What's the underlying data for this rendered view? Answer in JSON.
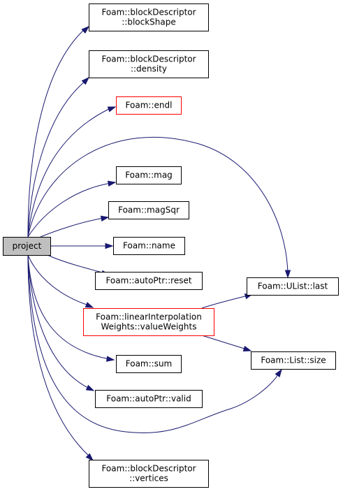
{
  "colors": {
    "edge": "#191970",
    "border_default": "#000000",
    "border_undocumented": "#ff0000",
    "fill_default": "#ffffff",
    "fill_root": "#bfbfbf"
  },
  "nodes": [
    {
      "id": "project",
      "lines": [
        "project"
      ],
      "style": "root"
    },
    {
      "id": "blockShape",
      "lines": [
        "Foam::blockDescriptor",
        "::blockShape"
      ],
      "style": "default"
    },
    {
      "id": "density",
      "lines": [
        "Foam::blockDescriptor",
        "::density"
      ],
      "style": "default"
    },
    {
      "id": "endl",
      "lines": [
        "Foam::endl"
      ],
      "style": "undocumented"
    },
    {
      "id": "mag",
      "lines": [
        "Foam::mag"
      ],
      "style": "default"
    },
    {
      "id": "magSqr",
      "lines": [
        "Foam::magSqr"
      ],
      "style": "default"
    },
    {
      "id": "name",
      "lines": [
        "Foam::name"
      ],
      "style": "default"
    },
    {
      "id": "reset",
      "lines": [
        "Foam::autoPtr::reset"
      ],
      "style": "default"
    },
    {
      "id": "valueWeights",
      "lines": [
        "Foam::linearInterpolation",
        "Weights::valueWeights"
      ],
      "style": "undocumented"
    },
    {
      "id": "sum",
      "lines": [
        "Foam::sum"
      ],
      "style": "default"
    },
    {
      "id": "valid",
      "lines": [
        "Foam::autoPtr::valid"
      ],
      "style": "default"
    },
    {
      "id": "vertices",
      "lines": [
        "Foam::blockDescriptor",
        "::vertices"
      ],
      "style": "default"
    },
    {
      "id": "last",
      "lines": [
        "Foam::UList::last"
      ],
      "style": "default"
    },
    {
      "id": "size",
      "lines": [
        "Foam::List::size"
      ],
      "style": "default"
    }
  ],
  "edges": [
    {
      "from": "project",
      "to": "blockShape"
    },
    {
      "from": "project",
      "to": "density"
    },
    {
      "from": "project",
      "to": "endl"
    },
    {
      "from": "project",
      "to": "last"
    },
    {
      "from": "project",
      "to": "mag"
    },
    {
      "from": "project",
      "to": "magSqr"
    },
    {
      "from": "project",
      "to": "name"
    },
    {
      "from": "project",
      "to": "reset"
    },
    {
      "from": "project",
      "to": "valueWeights"
    },
    {
      "from": "project",
      "to": "sum"
    },
    {
      "from": "project",
      "to": "valid"
    },
    {
      "from": "project",
      "to": "size"
    },
    {
      "from": "project",
      "to": "vertices"
    },
    {
      "from": "valueWeights",
      "to": "last"
    },
    {
      "from": "valueWeights",
      "to": "size"
    }
  ]
}
